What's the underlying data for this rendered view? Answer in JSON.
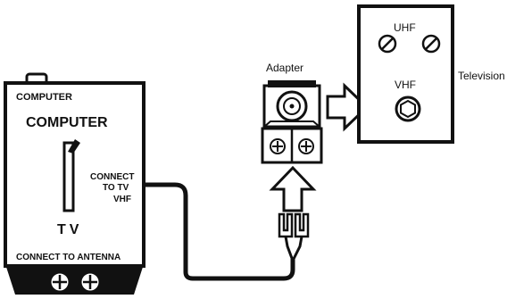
{
  "switch_box": {
    "top_label": "COMPUTER",
    "title": "COMPUTER",
    "tv_label": "TV",
    "connect_tv_lines": [
      "CONNECT",
      "TO TV",
      "VHF"
    ],
    "connect_antenna": "CONNECT TO ANTENNA"
  },
  "adapter": {
    "label": "Adapter"
  },
  "television": {
    "label": "Television",
    "uhf_label": "UHF",
    "vhf_label": "VHF"
  },
  "colors": {
    "ink": "#111111",
    "background": "#ffffff"
  }
}
